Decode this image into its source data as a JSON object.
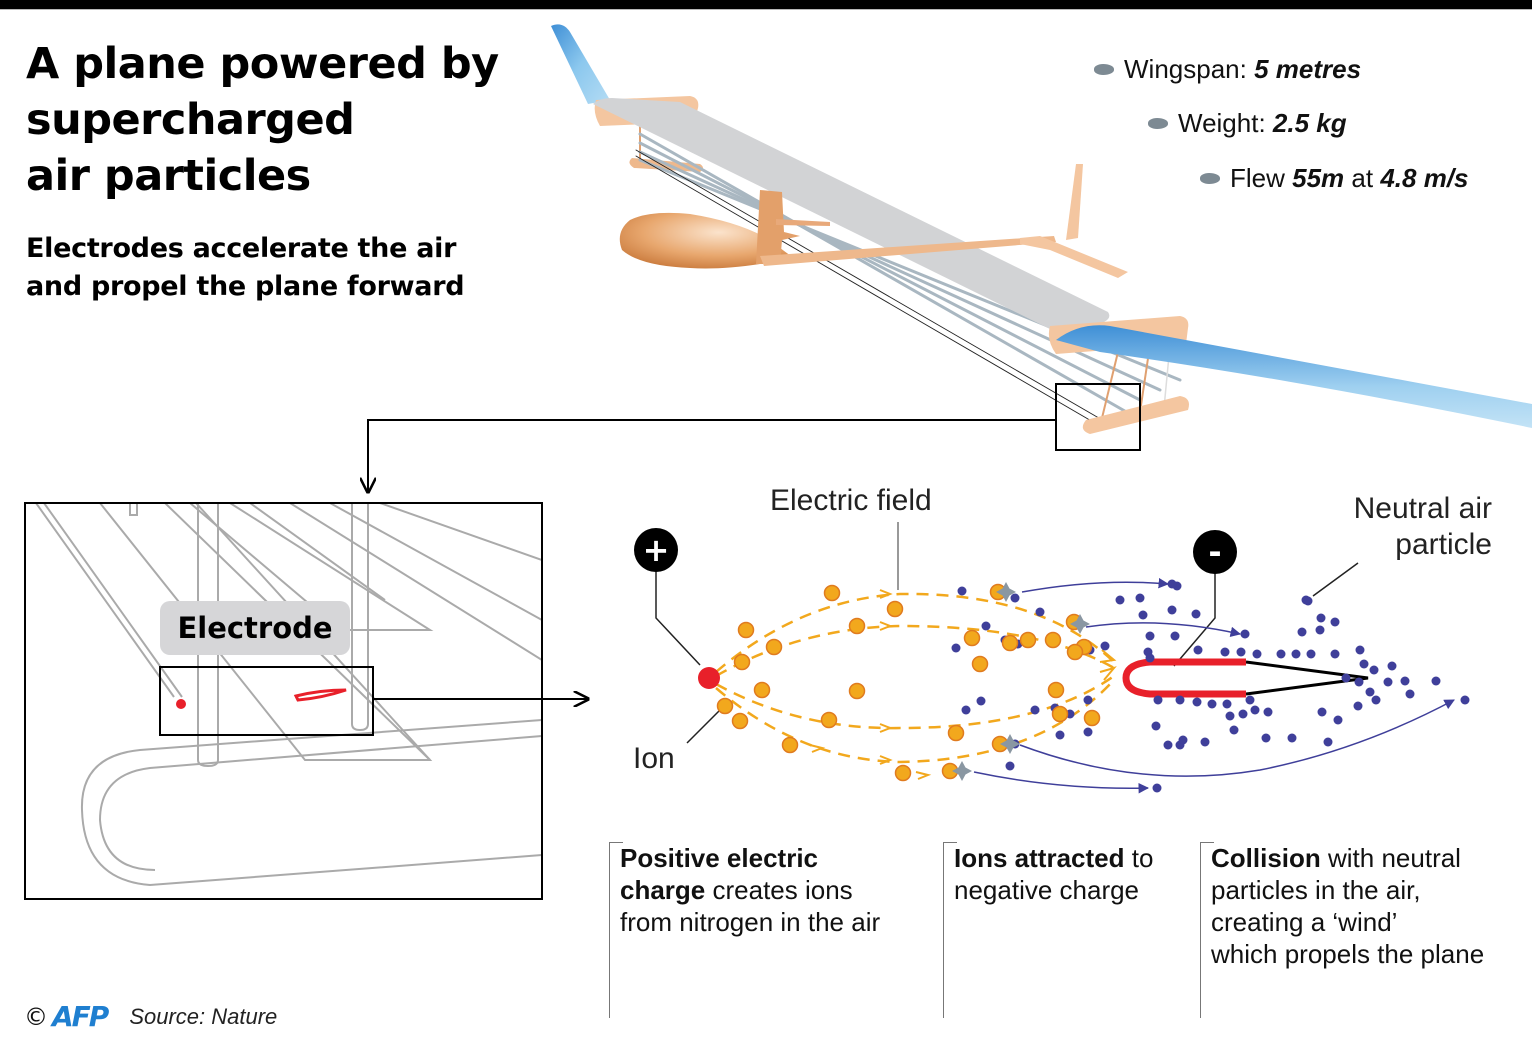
{
  "header": {
    "title_lines": [
      "A plane powered by",
      "supercharged",
      "air particles"
    ],
    "subtitle_lines": [
      "Electrodes accelerate the air",
      "and propel the plane forward"
    ]
  },
  "facts": [
    {
      "label": "Wingspan: ",
      "value": "5 metres"
    },
    {
      "label": "Weight: ",
      "value": "2.5 kg"
    },
    {
      "prefix": "Flew ",
      "value1": "55m",
      "middle": " at ",
      "value2": "4.8 m/s"
    }
  ],
  "detail": {
    "electrode_label": "Electrode"
  },
  "diagram": {
    "electric_field_label": "Electric field",
    "ion_label": "Ion",
    "neutral_label_lines": [
      "Neutral air",
      "particle"
    ],
    "positive_symbol": "+",
    "negative_symbol": "-"
  },
  "steps": [
    {
      "lead": "Positive electric",
      "lead2": "charge",
      "rest_lines": [
        " creates ions",
        "from nitrogen in the air"
      ]
    },
    {
      "lead": "Ions attracted",
      "rest_first": " to",
      "rest_lines": [
        "negative charge"
      ]
    },
    {
      "lead": "Collision",
      "rest_first": " with neutral",
      "rest_lines": [
        "particles in the air,",
        "creating a ‘wind’",
        "which propels the plane"
      ]
    }
  ],
  "footer": {
    "copyright": "©",
    "agency": "AFP",
    "source": "Source: Nature"
  },
  "colors": {
    "ion_orange": "#f2a81d",
    "ion_stroke": "#e07b1f",
    "neutral_blue": "#3f3f9a",
    "electrode_red": "#e8202a",
    "wing_blue": "#7bbde8",
    "body_peach": "#f4c6a0",
    "wing_gray": "#d2d3d5"
  }
}
